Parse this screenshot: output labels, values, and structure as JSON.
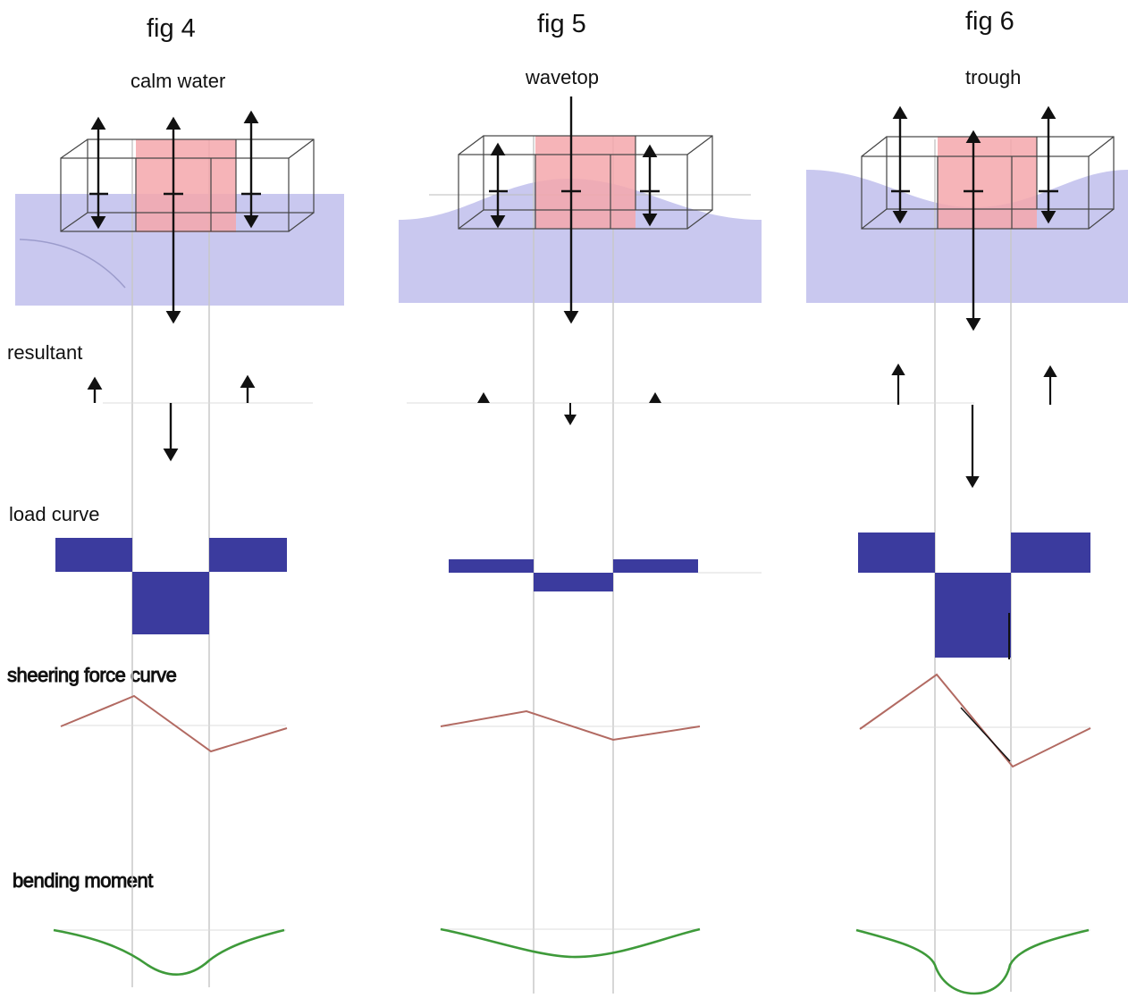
{
  "row_labels": {
    "resultant": "resultant",
    "load_curve": "load curve",
    "shear": "sheering force curve",
    "bending": "bending moment"
  },
  "figures": [
    {
      "id": "fig4",
      "title": "fig 4",
      "condition": "calm water"
    },
    {
      "id": "fig5",
      "title": "fig 5",
      "condition": "wavetop"
    },
    {
      "id": "fig6",
      "title": "fig  6",
      "condition": "trough"
    }
  ],
  "colors": {
    "water": "#c9c8ef",
    "block": "#f4a7ac",
    "load": "#3b3b9e",
    "shear": "#b26a62",
    "bending": "#3e9a3a",
    "guide": "#c8c8c8",
    "arrow": "#111111"
  }
}
